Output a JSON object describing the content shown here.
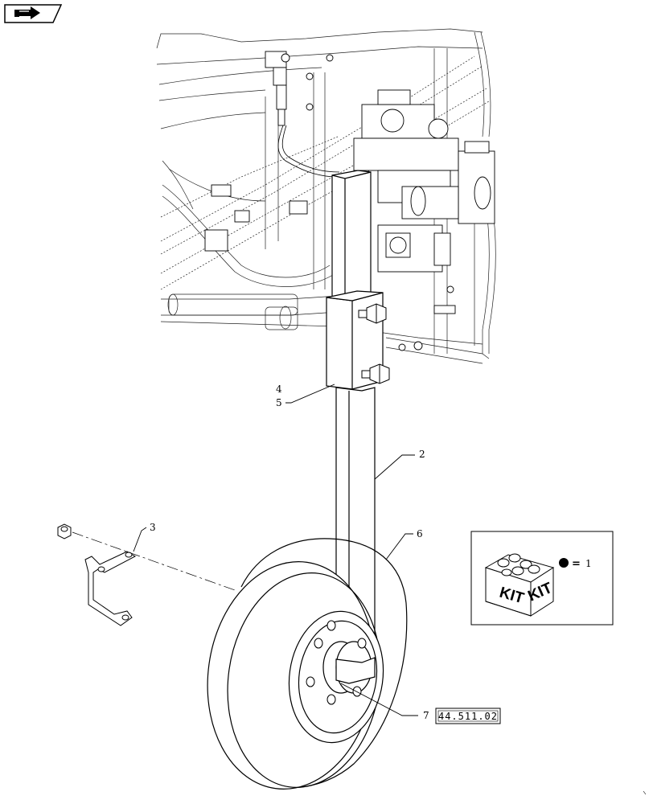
{
  "nav": {
    "icon": "arrow-right-icon"
  },
  "callouts": {
    "c2": "2",
    "c3": "3",
    "c4": "4",
    "c5": "5",
    "c6": "6",
    "c7": "7"
  },
  "reference": {
    "label": "44.511.02"
  },
  "kit_legend": {
    "box_label_left": "KIT",
    "box_label_right": "KIT",
    "equals": "=",
    "quantity": "1"
  }
}
